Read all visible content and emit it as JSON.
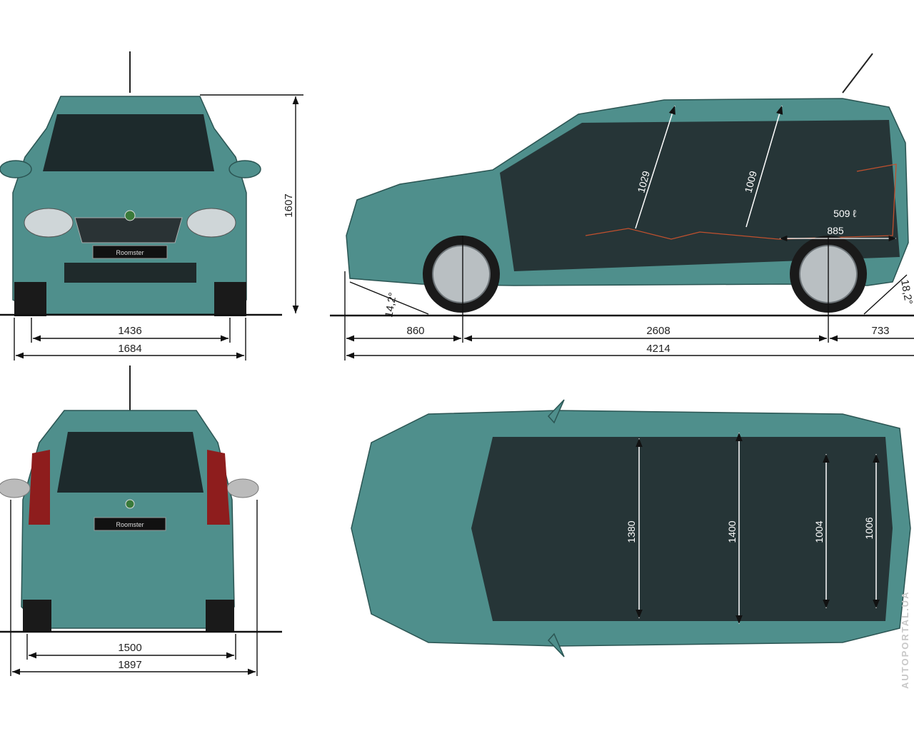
{
  "model_badge": "Roomster",
  "front_view": {
    "track_front": "1436",
    "width": "1684",
    "height": "1607"
  },
  "side_view": {
    "front_overhang": "860",
    "wheelbase": "2608",
    "rear_overhang": "733",
    "length": "4214",
    "approach_angle": "14,2°",
    "departure_angle": "18,2°",
    "front_headroom": "1029",
    "rear_headroom": "1009",
    "boot_volume": "509 ℓ",
    "boot_length": "885"
  },
  "rear_view": {
    "track_rear": "1500",
    "width_mirrors": "1897"
  },
  "top_view": {
    "front_shoulder": "1380",
    "rear_shoulder": "1400",
    "boot_width": "1004",
    "boot_width_2": "1006"
  },
  "watermark": "AUTOPORTAL.UA",
  "colors": {
    "body": "#4f8f8c",
    "interior_outline": "#c0502e"
  }
}
